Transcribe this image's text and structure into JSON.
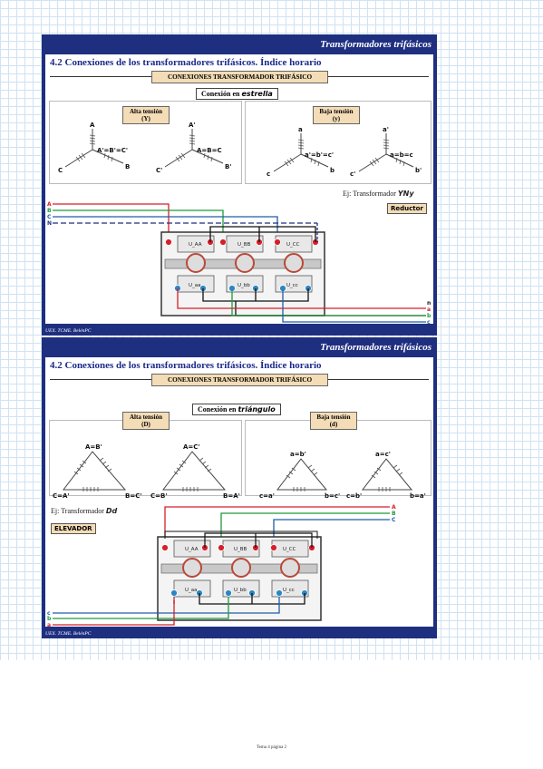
{
  "page_number": "Tema 4 página 2",
  "slides": [
    {
      "banner": "Transformadores trifásicos",
      "title": "4.2 Conexiones de los transformadores trifásicos. Índice horario",
      "subtitle": "CONEXIONES TRANSFORMADOR TRIFÁSICO",
      "conexion_prefix": "Conexión en",
      "conexion_type": "estrella",
      "alta": {
        "label": "Alta tensión",
        "symbol": "(Y)"
      },
      "baja": {
        "label": "Baja tensión",
        "symbol": "(y)"
      },
      "alta_left_labels": {
        "top": "A",
        "center": "A'=B'=C'",
        "left": "C",
        "right": "B"
      },
      "alta_right_labels": {
        "top": "A'",
        "center": "A=B=C",
        "left": "C'",
        "right": "B'"
      },
      "baja_left_labels": {
        "top": "a",
        "center": "a'=b'=c'",
        "left": "c",
        "right": "b"
      },
      "baja_right_labels": {
        "top": "a'",
        "center": "a=b=c",
        "left": "c'",
        "right": "b'"
      },
      "example_prefix": "Ej: Transformador",
      "example_code": "YNy",
      "badge": "Reductor",
      "primary_lines": [
        "A",
        "B",
        "C",
        "N"
      ],
      "secondary_lines": [
        "n",
        "a",
        "b",
        "c"
      ],
      "coils_top": [
        "U_AA",
        "U_BB",
        "U_CC"
      ],
      "coils_bottom": [
        "U_aa",
        "U_bb",
        "U_cc"
      ],
      "footer": "UEX. TCME. BelénPC"
    },
    {
      "banner": "Transformadores trifásicos",
      "title": "4.2 Conexiones de los transformadores trifásicos. Índice horario",
      "subtitle": "CONEXIONES TRANSFORMADOR TRIFÁSICO",
      "conexion_prefix": "Conexión en",
      "conexion_type": "triángulo",
      "alta": {
        "label": "Alta tensión",
        "symbol": "(D)"
      },
      "baja": {
        "label": "Baja tensión",
        "symbol": "(d)"
      },
      "alta_left_labels": {
        "top": "A=B'",
        "left": "C=A'",
        "right": "B=C'"
      },
      "alta_right_labels": {
        "top": "A=C'",
        "left": "C=B'",
        "right": "B=A'"
      },
      "baja_left_labels": {
        "top": "a=b'",
        "left": "c=a'",
        "right": "b=c'"
      },
      "baja_right_labels": {
        "top": "a=c'",
        "left": "c=b'",
        "right": "b=a'"
      },
      "example_prefix": "Ej: Transformador",
      "example_code": "Dd",
      "badge": "ELEVADOR",
      "primary_lines": [
        "A",
        "B",
        "C"
      ],
      "secondary_lines": [
        "c",
        "b",
        "a"
      ],
      "coils_top": [
        "U_AA",
        "U_BB",
        "U_CC"
      ],
      "coils_bottom": [
        "U_aa",
        "U_bb",
        "U_cc"
      ],
      "footer": "UEX. TCME. BelénPC"
    }
  ],
  "colors": {
    "slide_bg": "#1f2f80",
    "tag_bg": "#f3dcb6",
    "line_a": "#d61f2a",
    "line_b": "#1e9a3b",
    "line_c": "#1e5da8"
  }
}
